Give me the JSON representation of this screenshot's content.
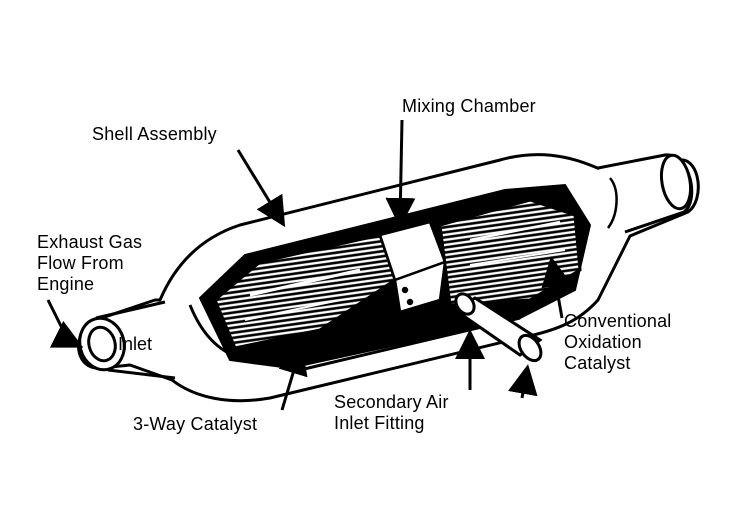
{
  "labels": {
    "shell_assembly": "Shell Assembly",
    "mixing_chamber": "Mixing Chamber",
    "exhaust_gas": [
      "Exhaust Gas",
      "Flow From",
      "Engine"
    ],
    "inlet": "Inlet",
    "conventional_catalyst": [
      "Conventional",
      "Oxidation",
      "Catalyst"
    ],
    "secondary_air": [
      "Secondary Air",
      "Inlet Fitting"
    ],
    "three_way_catalyst": "3-Way Catalyst"
  },
  "colors": {
    "ink": "#000000",
    "paper": "#ffffff"
  }
}
